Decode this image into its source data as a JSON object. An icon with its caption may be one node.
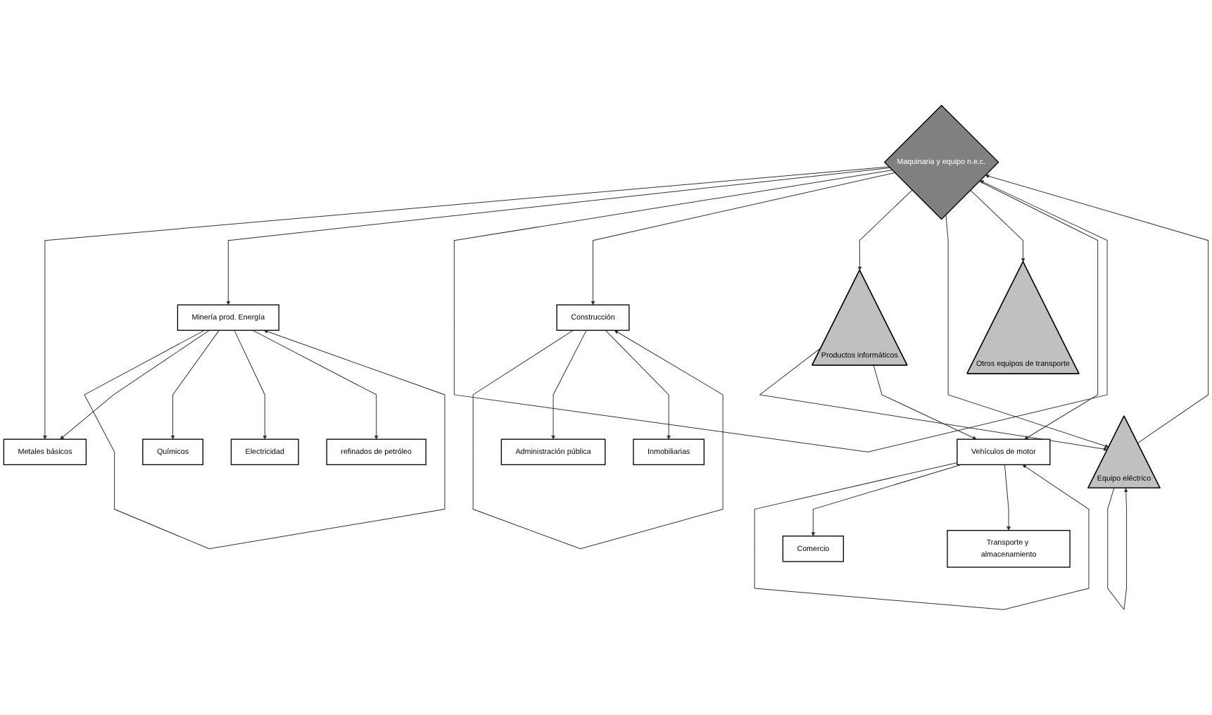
{
  "diagram": {
    "nodes": [
      {
        "text": [
          "Maquinaria y equipo n.e.c."
        ]
      },
      {
        "text": [
          "Minería prod. Energía"
        ]
      },
      {
        "text": [
          "Metales básicos"
        ]
      },
      {
        "text": [
          "Químicos"
        ]
      },
      {
        "text": [
          "Electricidad"
        ]
      },
      {
        "text": [
          "refinados de petróleo"
        ]
      },
      {
        "text": [
          "Administración pública"
        ]
      },
      {
        "text": [
          "Inmobiliarias"
        ]
      },
      {
        "text": [
          "Construcción"
        ]
      },
      {
        "text": [
          "Productos informáticos"
        ]
      },
      {
        "text": [
          "Equipo eléctrico"
        ]
      },
      {
        "text": [
          "Otros equipos de transporte"
        ]
      },
      {
        "text": [
          "Vehículos de motor"
        ]
      },
      {
        "text": [
          "Comercio"
        ]
      },
      {
        "text": [
          "Transporte y almacenamiento"
        ]
      }
    ],
    "edges": [
      {
        "from": 0,
        "to": 2,
        "arrow": "to"
      },
      {
        "from": 0,
        "to": 1,
        "arrow": "to"
      },
      {
        "from": 0,
        "to": 0,
        "arrow": "to"
      },
      {
        "from": 1,
        "to": 1,
        "arrow": "to"
      },
      {
        "from": 1,
        "to": 2,
        "arrow": "to"
      },
      {
        "from": 1,
        "to": 3,
        "arrow": "to"
      },
      {
        "from": 1,
        "to": 4,
        "arrow": "to"
      },
      {
        "from": 1,
        "to": 5,
        "arrow": "to"
      },
      {
        "from": 0,
        "to": 8,
        "arrow": "to"
      },
      {
        "from": 8,
        "to": 8,
        "arrow": "to"
      },
      {
        "from": 8,
        "to": 6,
        "arrow": "to"
      },
      {
        "from": 8,
        "to": 7,
        "arrow": "to"
      },
      {
        "from": 0,
        "to": 9,
        "arrow": "to"
      },
      {
        "from": 9,
        "to": 10,
        "arrow": "to"
      },
      {
        "from": 0,
        "to": 10,
        "arrow": "to"
      },
      {
        "from": 10,
        "to": 10,
        "arrow": "to"
      },
      {
        "from": 10,
        "to": 0,
        "arrow": "to"
      },
      {
        "from": 9,
        "to": 12,
        "arrow": "to"
      },
      {
        "from": 0,
        "to": 11,
        "arrow": "to"
      },
      {
        "from": 0,
        "to": 12,
        "arrow": "to"
      },
      {
        "from": 12,
        "to": 12,
        "arrow": "to"
      },
      {
        "from": 12,
        "to": 13,
        "arrow": "to"
      },
      {
        "from": 12,
        "to": 14,
        "arrow": "to"
      }
    ]
  }
}
